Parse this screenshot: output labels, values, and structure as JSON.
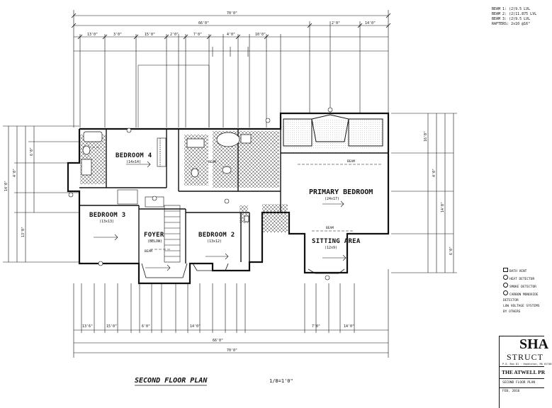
{
  "rooms": {
    "bedroom4": {
      "name": "BEDROOM 4",
      "size": "(14x14)"
    },
    "bedroom3": {
      "name": "BEDROOM 3",
      "size": "(13x13)"
    },
    "foyer": {
      "name": "FOYER",
      "size": "(BELOW)"
    },
    "bedroom2": {
      "name": "BEDROOM 2",
      "size": "(13x12)"
    },
    "primary": {
      "name": "PRIMARY BEDROOM",
      "size": "(24x17)"
    },
    "sitting": {
      "name": "SITTING AREA",
      "size": "(12x9)"
    }
  },
  "plan_title": "SECOND FLOOR PLAN",
  "plan_scale": "1/8=1'0\"",
  "dimensions": {
    "top_overall": "70'0\"",
    "top_second": "66'0\"",
    "bottom_overall": "70'0\"",
    "bottom_second": "66'0\"",
    "segments_top": [
      "13'0\"",
      "3'0\"",
      "15'0\"",
      "2'0\"",
      "7'0\"",
      "4'0\"",
      "10'0\"",
      "2'0\"",
      "14'0\""
    ],
    "segments_bottom": [
      "13'6\"",
      "15'0\"",
      "6'0\"",
      "14'0\"",
      "7'0\"",
      "14'0\""
    ],
    "left_segments": [
      "14'0\"",
      "4'0\"",
      "13'0\"",
      "6'0\""
    ],
    "right_segments": [
      "16'0\"",
      "4'0\"",
      "14'0\"",
      "6'0\""
    ]
  },
  "notes": {
    "beam_labels": [
      "BEAM",
      "BEAM",
      "BEAM",
      "BEAM"
    ],
    "bath_vent": "BATH VENT"
  },
  "legend": {
    "items": [
      "BATH VENT",
      "HEAT DETECTOR",
      "SMOKE DETECTOR",
      "CARBON MONOXIDE DETECTOR"
    ],
    "note": "LOW VOLTAGE SYSTEMS BY OTHERS"
  },
  "schedule": {
    "lines": [
      "BEAM 1: (2)9.5 LVL",
      "BEAM 2: (2)11.875 LVL",
      "BEAM 3: (2)9.5 LVL",
      "RAFTERS: 2x10 @16\""
    ]
  },
  "title_block": {
    "logo": "SHA",
    "company": "STRUCT",
    "address": "P.O. Box 81 · Hopkinton, MA 01748",
    "project": "THE ATWELL PR",
    "sheet": "SECOND FLOOR PLAN",
    "date": "FEB, 2016"
  },
  "colors": {
    "ink": "#111111",
    "hatch": "#333333",
    "paper": "#ffffff"
  }
}
